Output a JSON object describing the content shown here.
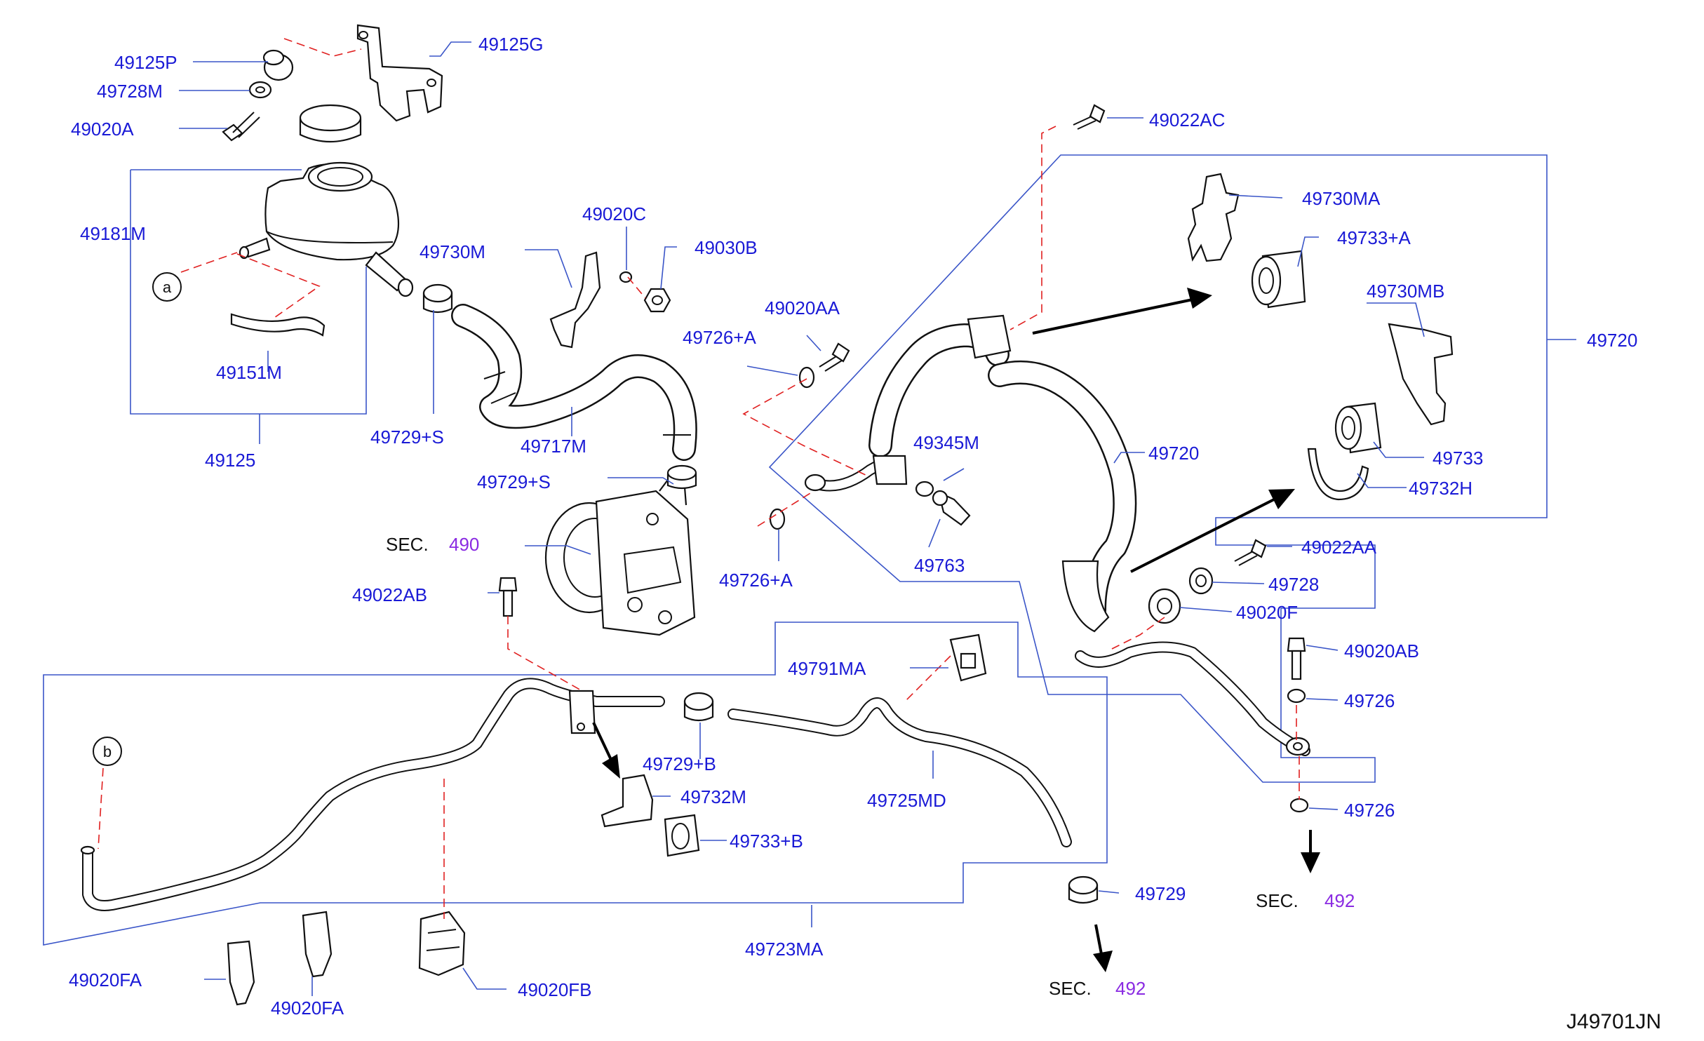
{
  "labels": {
    "l49125P": "49125P",
    "l49728M": "49728M",
    "l49020A": "49020A",
    "l49125G": "49125G",
    "l49181M": "49181M",
    "l49151M": "49151M",
    "l49125": "49125",
    "l49730M": "49730M",
    "l49020C": "49020C",
    "l49030B": "49030B",
    "l49729S_top": "49729+S",
    "l49717M": "49717M",
    "l49729S_pump": "49729+S",
    "l49020AA": "49020AA",
    "l49726A_top": "49726+A",
    "l49726A_bottom": "49726+A",
    "l49022AB": "49022AB",
    "l49022AC": "49022AC",
    "l49730MA": "49730MA",
    "l49733A": "49733+A",
    "l49730MB": "49730MB",
    "l49720_right": "49720",
    "l49720_mid": "49720",
    "l49345M": "49345M",
    "l49763": "49763",
    "l49733": "49733",
    "l49732H": "49732H",
    "l49022AA": "49022AA",
    "l49728": "49728",
    "l49020F": "49020F",
    "l49020AB": "49020AB",
    "l49726_upper": "49726",
    "l49726_lower": "49726",
    "l49791MA": "49791MA",
    "l49729B": "49729+B",
    "l49732M": "49732M",
    "l49733B": "49733+B",
    "l49725MD": "49725MD",
    "l49723MA": "49723MA",
    "l49729": "49729",
    "l49020FA_left": "49020FA",
    "l49020FA_mid": "49020FA",
    "l49020FB": "49020FB"
  },
  "section_refs": {
    "pump": {
      "text": "SEC.",
      "number": "490"
    },
    "pipe_end": {
      "text": "SEC.",
      "number": "492"
    },
    "cap_end": {
      "text": "SEC.",
      "number": "492"
    }
  },
  "callouts": {
    "a": "a",
    "b": "b"
  },
  "diagram_code": "J49701JN",
  "colors": {
    "label": "#1a1ad6",
    "section_number": "#8a2be2",
    "leader_line": "#3a55c8",
    "dashed_reference": "#e02020",
    "parts": "#111111"
  }
}
